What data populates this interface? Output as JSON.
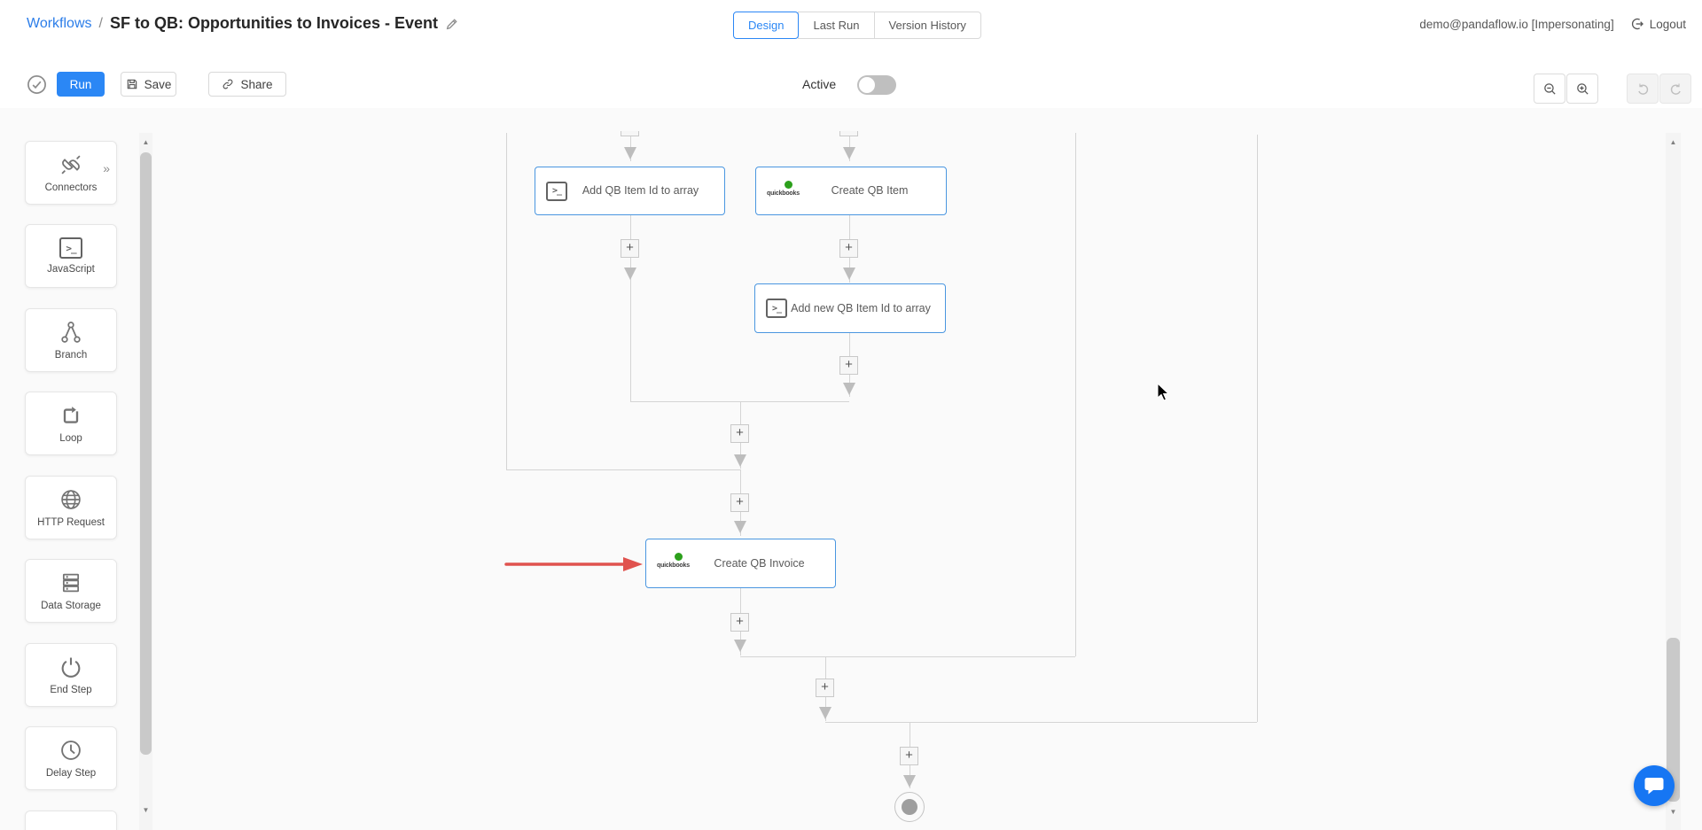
{
  "header": {
    "breadcrumb_root": "Workflows",
    "breadcrumb_separator": "/",
    "title": "SF to QB: Opportunities to Invoices - Event",
    "tabs": [
      {
        "label": "Design",
        "active": true
      },
      {
        "label": "Last Run",
        "active": false
      },
      {
        "label": "Version History",
        "active": false
      }
    ],
    "account": {
      "email_text": "demo@pandaflow.io [Impersonating]",
      "logout_label": "Logout"
    }
  },
  "toolbar": {
    "run_label": "Run",
    "save_label": "Save",
    "share_label": "Share",
    "active_label": "Active",
    "active_state": "off"
  },
  "sidebar": {
    "expand_glyph": "»",
    "items": [
      {
        "label": "Connectors",
        "icon": "plug-icon"
      },
      {
        "label": "JavaScript",
        "icon": "terminal-icon"
      },
      {
        "label": "Branch",
        "icon": "branch-icon"
      },
      {
        "label": "Loop",
        "icon": "loop-icon"
      },
      {
        "label": "HTTP Request",
        "icon": "globe-icon"
      },
      {
        "label": "Data Storage",
        "icon": "server-icon"
      },
      {
        "label": "End Step",
        "icon": "power-icon"
      },
      {
        "label": "Delay Step",
        "icon": "clock-icon"
      }
    ]
  },
  "canvas": {
    "plus_label": "+",
    "terminal_glyph": ">_",
    "quickbooks_wordmark": "quickbooks",
    "nodes": [
      {
        "label": "Add QB Item Id to array",
        "icon": "terminal-icon"
      },
      {
        "label": "Create QB Item",
        "icon": "quickbooks-icon"
      },
      {
        "label": "Add new QB Item Id to array",
        "icon": "terminal-icon"
      },
      {
        "label": "Create QB Invoice",
        "icon": "quickbooks-icon"
      }
    ],
    "scroll_up_glyph": "▲",
    "scroll_down_glyph": "▼"
  },
  "colors": {
    "accent_blue": "#2b87f5",
    "node_border_blue": "#4a96e0",
    "quickbooks_green": "#2ca01c",
    "annotation_red": "#e0524e",
    "chat_blue": "#1676f3",
    "connector_gray": "#d4d4d4"
  }
}
